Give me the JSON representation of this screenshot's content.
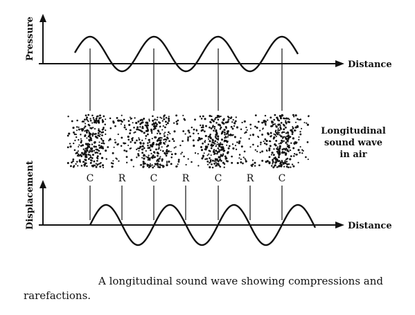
{
  "top_graph": {
    "y_axis_label": "Pressure",
    "x_axis_label": "Distance"
  },
  "bottom_graph": {
    "y_axis_label": "Displacement",
    "x_axis_label": "Distance"
  },
  "medium": {
    "label_lines": [
      "Longitudinal",
      "sound wave",
      "in air"
    ],
    "markers": [
      "C",
      "R",
      "C",
      "R",
      "C",
      "R",
      "C"
    ]
  },
  "caption": "A longitudinal sound wave showing compressions and rarefactions.",
  "colors": {
    "ink": "#111111",
    "paper": "#ffffff"
  }
}
